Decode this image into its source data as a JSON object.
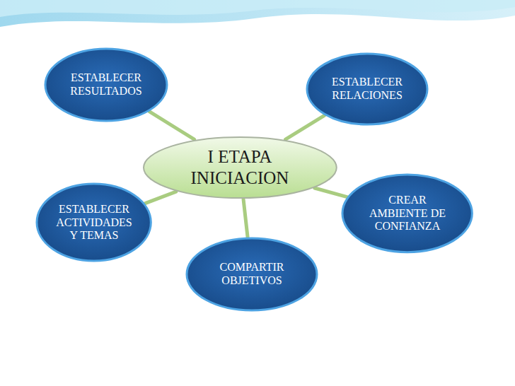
{
  "diagram": {
    "nodes": [
      {
        "text": [
          "ESTABLECER RESULTADOS"
        ]
      },
      {
        "text": [
          "ESTABLECER RELACIONES"
        ]
      },
      {
        "text": [
          "I ETAPA INICIACION"
        ]
      },
      {
        "text": [
          "ESTABLECER ACTIVIDADES Y TEMAS"
        ]
      },
      {
        "text": [
          "CREAR AMBIENTE DE CONFIANZA"
        ]
      },
      {
        "text": [
          "COMPARTIR OBJETIVOS"
        ]
      }
    ],
    "edges": [
      {
        "from": 2,
        "to": 0,
        "arrow": "none"
      },
      {
        "from": 2,
        "to": 1,
        "arrow": "none"
      },
      {
        "from": 2,
        "to": 3,
        "arrow": "none"
      },
      {
        "from": 2,
        "to": 4,
        "arrow": "none"
      },
      {
        "from": 2,
        "to": 5,
        "arrow": "none"
      }
    ]
  }
}
